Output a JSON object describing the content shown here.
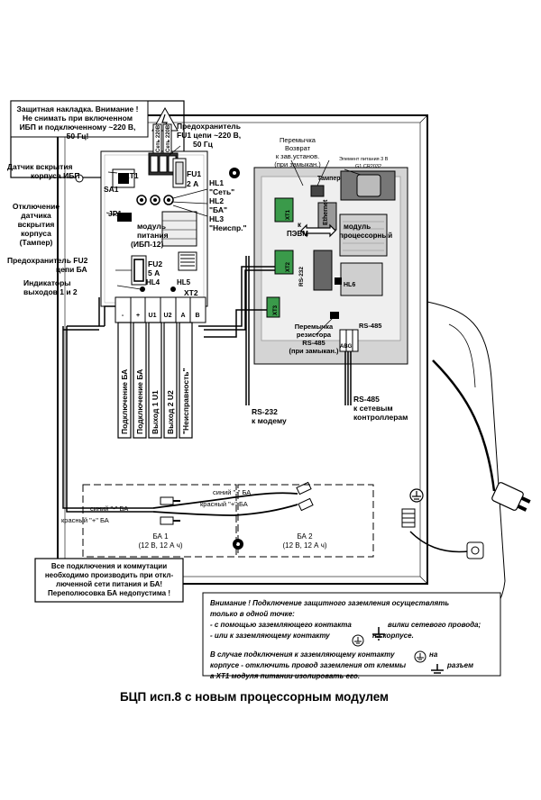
{
  "title": "БЦП исп.8 с новым процессорным модулем",
  "labels": {
    "protect_cover": [
      "Защитная накладка. Внимание !",
      "Не снимать при включенном",
      "ИБП и подключенному ~220 В,",
      "50 Гц!"
    ],
    "case_sensor": "Датчик вскрытия",
    "case_sensor2": "корпуса ИБП",
    "xt1": "XT1",
    "sa1": "SA1",
    "fu1": "FU1",
    "fu1_val": "2 А",
    "fuse_main": [
      "Предохранитель",
      "FU1 цепи ~220 В,",
      "50 Гц"
    ],
    "net_terminals": [
      "Сеть 220В",
      "Сеть 220В"
    ],
    "hl1": [
      "HL1",
      "\"Сеть\""
    ],
    "hl2": [
      "HL2",
      "\"БА\""
    ],
    "hl3": [
      "HL3",
      "\"Неиспр.\""
    ],
    "jp1": "JP1",
    "disable_sensor": [
      "Отключение",
      "датчика",
      "вскрытия",
      "корпуса",
      "(Тампер)"
    ],
    "psu_module": [
      "модуль",
      "питания",
      "(ИБП-12)"
    ],
    "fuse_ba": [
      "Предохранитель FU2",
      "цепи БА"
    ],
    "fu2": "FU2",
    "fu2_val": "5 А",
    "indicators": [
      "Индикаторы",
      "выходов 1 и 2"
    ],
    "hl4": "HL4",
    "hl5": "HL5",
    "xt2": "XT2",
    "xt2_terms": [
      "-",
      "+",
      "U1",
      "U2",
      "A",
      "B"
    ],
    "output_labels": [
      "Подключение БА",
      "Подключение БА",
      "Выход 1 U1",
      "Выход 2 U2",
      "\"Неисправность\""
    ],
    "jumper_return": [
      "Перемычка",
      "Возврат",
      "к зав.установ.",
      "(при замыкан.)"
    ],
    "tamper": "Тампер",
    "battery_elem": [
      "Элемент питания 3 В",
      "G1 CR2032"
    ],
    "ethernet": "Ethernet",
    "to_pc": [
      "к",
      "ПЭВМ"
    ],
    "cpu_module": [
      "модуль",
      "процессорный"
    ],
    "conn_xt1": "XT1",
    "conn_xt2": "XT2",
    "conn_xt3": "XT3",
    "rs232_small": "RS-232",
    "hl6": "HL6",
    "jumper_rs485": [
      "Перемычка",
      "резистора",
      "RS-485",
      "(при замыкан.)"
    ],
    "rs485_small": "RS-485",
    "abg": "ABG",
    "rs232_to_modem": [
      "RS-232",
      "к модему"
    ],
    "rs485_to_ctrl": [
      "RS-485",
      "к сетевым",
      "контроллерам"
    ],
    "wire_blue_minus": "синий \"-\" БА",
    "wire_red_plus": "красный \"+\" БА",
    "wire_blue_minus2": "синий \"-\" БА",
    "wire_red_plus2": "красный \"+\" БА",
    "ba1": [
      "БА 1",
      "(12 В, 12 А ч)"
    ],
    "ba2": [
      "БА 2",
      "(12 В, 12 А ч)"
    ],
    "warning_connect": [
      "Все подключения и коммутации",
      "необходимо производить при откл-",
      "люченной сети питания и БА!",
      "Переполюсовка БА недопустима !"
    ],
    "ground_note": [
      "Внимание ! Подключение защитного заземления осуществлять",
      "только в одной точке:",
      "- с помощью заземляющего контакта",
      "вилки сетевого провода;",
      "- или к заземляющему контакту",
      "на корпусе.",
      "В случае подключения к заземляющему контакту",
      "на",
      "корпусе - отключить провод заземления от клеммы",
      "разъем",
      "а XT1 модуля питании изолировать его."
    ]
  },
  "colors": {
    "line": "#000000",
    "board": "#c8c8c8",
    "board_inner": "#ffffff",
    "connector": "#3a9a4a"
  }
}
